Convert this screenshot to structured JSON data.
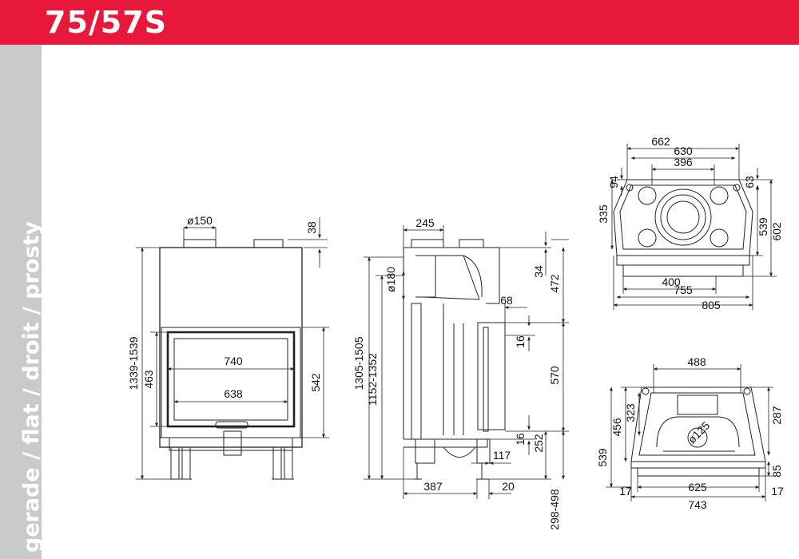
{
  "header": {
    "title": "75/57S"
  },
  "sidebar": {
    "languages_label": "gerade / flat / droit / prosty"
  },
  "colors": {
    "header_red": "#e8183a",
    "sidebar_gray": "#c9cacc",
    "line": "#222222"
  },
  "dimensions": {
    "front": {
      "flue_diameter": "ø150",
      "top_offset": "38",
      "total_height": "1339-1539",
      "glass_height": "463",
      "glass_width_outer": "740",
      "glass_width_inner": "638",
      "door_height": "542"
    },
    "side": {
      "flue_offset": "245",
      "flue_diameter": "ø180",
      "top_gap": "34",
      "upper_height": "472",
      "overall_height": "1305-1505",
      "lower_height": "1152-1352",
      "door_depth": "68",
      "step_16_a": "16",
      "middle_height": "570",
      "step_16_b": "16",
      "base_height": "252",
      "foot_offset": "117",
      "depth": "387",
      "depth_step": "20",
      "leg_range": "298-498"
    },
    "top": {
      "outer_width": "662",
      "inner_width": "630",
      "flue_width": "396",
      "offset_94": "94",
      "offset_63": "63",
      "height_335": "335",
      "height_539": "539",
      "height_602": "602",
      "width_400": "400",
      "width_755": "755",
      "width_805": "805"
    },
    "plan": {
      "top_width": "488",
      "height_456": "456",
      "height_323": "323",
      "flue_diameter": "ø125",
      "height_287": "287",
      "height_539": "539",
      "height_85": "85",
      "side_17_left": "17",
      "width_625": "625",
      "side_17_right": "17",
      "width_743": "743"
    }
  }
}
